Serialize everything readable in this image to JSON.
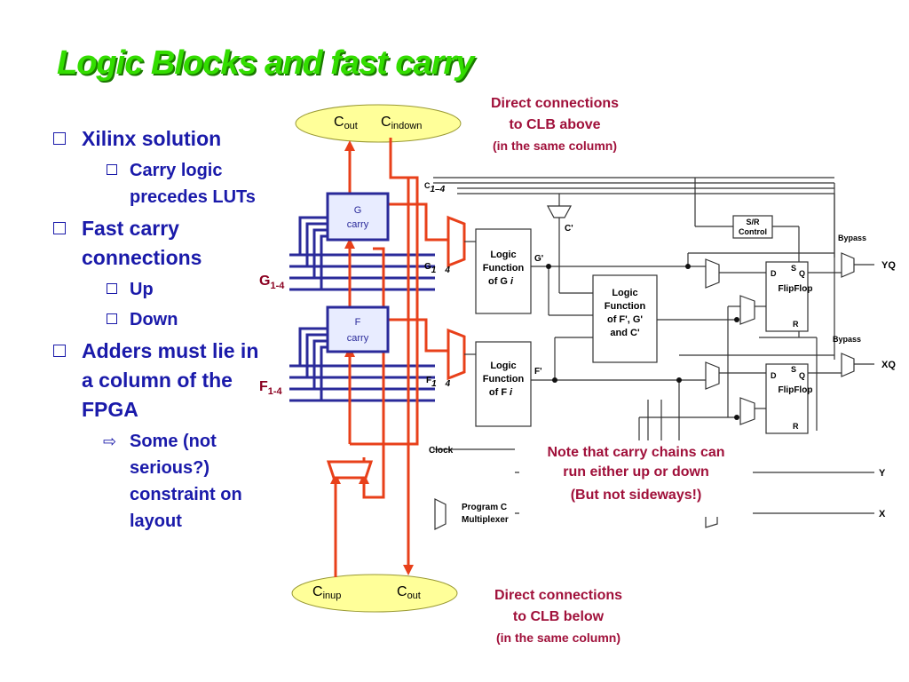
{
  "title": "Logic Blocks and fast carry",
  "bullets": {
    "xilinx": "Xilinx solution",
    "carry_logic": "Carry logic precedes LUTs",
    "fast_carry": "Fast carry connections",
    "up": "Up",
    "down": "Down",
    "adders": "Adders must lie in a column of the FPGA",
    "some": "Some (not serious?) constraint on layout"
  },
  "notes": {
    "above_1": "Direct connections",
    "above_2": "to CLB above",
    "above_3": "(in the same column)",
    "below_1": "Direct connections",
    "below_2": "to CLB below",
    "below_3": "(in the same column)",
    "sideways_1": "Note that carry chains can",
    "sideways_2": "run either up or down",
    "sideways_3": "(But not sideways!)"
  },
  "diagram": {
    "top_oval": {
      "cout": "C",
      "cout_sub": "out",
      "cin": "C",
      "cin_sub": "indown"
    },
    "bottom_oval": {
      "cin": "C",
      "cin_sub": "inup",
      "cout": "C",
      "cout_sub": "out"
    },
    "g_carry_1": "G",
    "g_carry_2": "carry",
    "f_carry_1": "F",
    "f_carry_2": "carry",
    "g_input": "G",
    "g_input_sub": "1-4",
    "f_input": "F",
    "f_input_sub": "1-4",
    "c_input": "C",
    "c_input_sub": "1–4",
    "g_pin": "G",
    "g_pin_sub": "1",
    "g_pin_sub2": "4",
    "f_pin": "F",
    "f_pin_sub": "1",
    "f_pin_sub2": "4",
    "logic_g_1": "Logic",
    "logic_g_2": "Function",
    "logic_g_3": "of G",
    "logic_g_i": "i",
    "logic_f_1": "Logic",
    "logic_f_2": "Function",
    "logic_f_3": "of F",
    "logic_f_i": "i",
    "logic_c_1": "Logic",
    "logic_c_2": "Function",
    "logic_c_3": "of F', G'",
    "logic_c_4": "and C'",
    "c_prime": "C'",
    "g_prime": "G'",
    "f_prime": "F'",
    "sr_1": "S/R",
    "sr_2": "Control",
    "bypass_top": "Bypass",
    "bypass_bottom": "Bypass",
    "ff_top": "FlipFlop",
    "ff_bottom": "FlipFlop",
    "pin_d": "D",
    "pin_s": "S",
    "pin_q": "Q",
    "pin_r": "R",
    "out_yq": "YQ",
    "out_xq": "XQ",
    "out_y": "Y",
    "out_x": "X",
    "clock": "Clock",
    "prog_1": "Program C",
    "prog_2": "Multiplexer"
  },
  "colors": {
    "title": "#33dd00",
    "bullet_text": "#1a1aaa",
    "note_text": "#a0103a",
    "carry_wire": "#e8401a",
    "input_wire": "#2a2a9a",
    "oval_fill": "#ffff99"
  }
}
